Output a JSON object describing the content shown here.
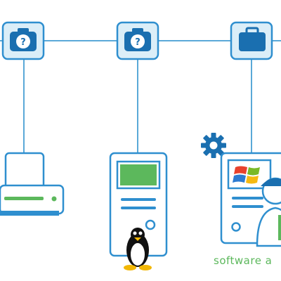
{
  "diagram": {
    "colors": {
      "stroke": "#2f8fcf",
      "box_fill": "#dbeef8",
      "icon_fill": "#1a6fb0",
      "screen_green": "#5cb85c",
      "line": "#5aa9d8",
      "gear": "#1a6fb0",
      "windows_red": "#e8412c",
      "windows_green": "#79b928",
      "windows_blue": "#2d7bd1",
      "windows_yellow": "#f5b912"
    },
    "switch_nodes": [
      {
        "icon": "camera-question-icon",
        "glyph": "?"
      },
      {
        "icon": "camera-question-icon",
        "glyph": "?"
      },
      {
        "icon": "briefcase-icon",
        "glyph": ""
      }
    ],
    "devices": [
      {
        "type": "printer",
        "icon": "printer-icon"
      },
      {
        "type": "linux-server",
        "icon": "server-tower-icon",
        "badge": "linux-penguin-icon"
      },
      {
        "type": "windows-server",
        "icon": "server-tower-icon",
        "badge": "windows-logo-icon",
        "extras": [
          "gear-icon",
          "person-icon"
        ]
      }
    ],
    "caption": "software a"
  }
}
